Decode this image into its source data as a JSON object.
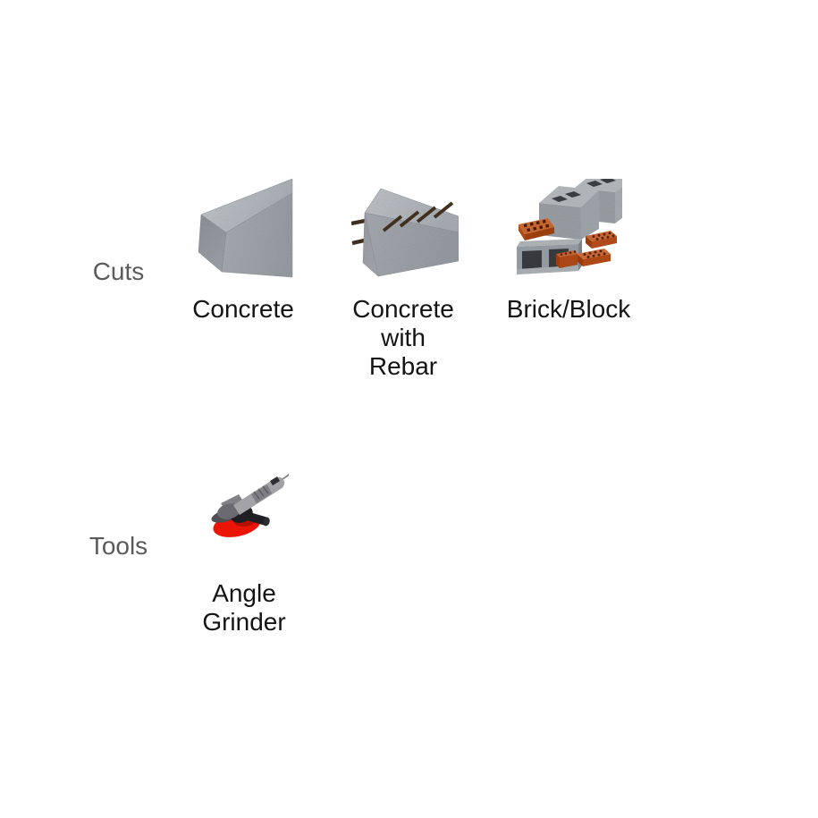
{
  "diagram": {
    "rows": [
      {
        "label": "Cuts",
        "items": [
          {
            "label": "Concrete",
            "icon": "concrete-beam-icon"
          },
          {
            "label": "Concrete\nwith\nRebar",
            "icon": "concrete-beam-with-rebar-icon"
          },
          {
            "label": "Brick/Block",
            "icon": "bricks-and-blocks-icon"
          }
        ]
      },
      {
        "label": "Tools",
        "items": [
          {
            "label": "Angle\nGrinder",
            "icon": "angle-grinder-icon"
          }
        ]
      }
    ],
    "colors": {
      "background": "#ffffff",
      "row_label_text": "#5a5a5a",
      "item_label_text": "#141414",
      "concrete_gray": "#a9adb4",
      "cinder_block_gray": "#a2a7ad",
      "brick_orange": "#c2561f",
      "rebar_brown": "#42301f",
      "grinder_body_gray": "#a2a2a7",
      "grinder_handle_black": "#1f1f23",
      "cutting_disc_red": "#ea1507"
    }
  }
}
